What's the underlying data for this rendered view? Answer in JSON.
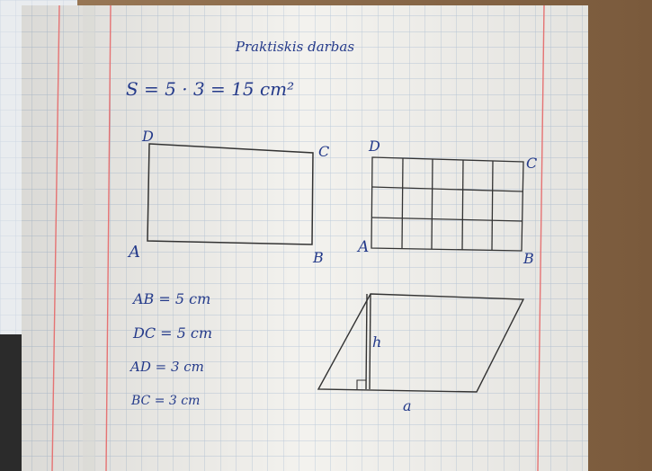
{
  "notebook": {
    "title": "Praktiskis darbas",
    "formula": "S = 5 · 3 = 15 cm²"
  },
  "rectangle_plain": {
    "labels": {
      "a": "A",
      "b": "B",
      "c": "C",
      "d": "D"
    }
  },
  "rectangle_grid": {
    "labels": {
      "a": "A",
      "b": "B",
      "c": "C",
      "d": "D"
    },
    "columns": 5,
    "rows": 3
  },
  "measurements": [
    "AB = 5 cm",
    "DC = 5 cm",
    "AD = 3 cm",
    "BC = 3 cm"
  ],
  "parallelogram": {
    "height_label": "h",
    "base_label": "a"
  },
  "colors": {
    "ink": "#243a8a",
    "pencil": "#333333",
    "margin_line": "#e06060",
    "grid": "#b9c7d8",
    "paper": "#f4f3ef",
    "table": "#8a6a4a"
  }
}
